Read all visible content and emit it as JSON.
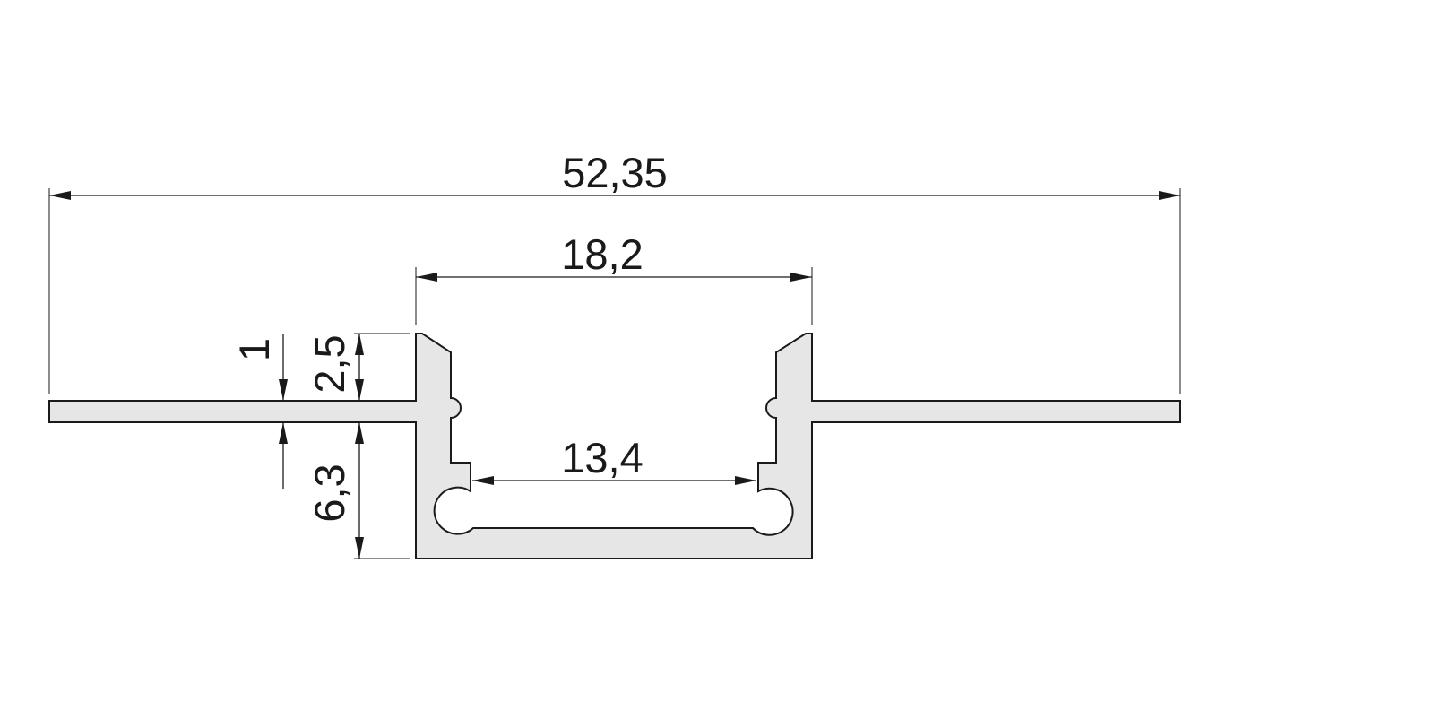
{
  "drawing": {
    "colors": {
      "profile_fill": "#e6e6e6",
      "line": "#1a1a1a",
      "background": "#ffffff"
    },
    "dimensions": {
      "overall_width": "52,35",
      "channel_outer_width": "18,2",
      "channel_inner_width": "13,4",
      "flange_thickness": "1",
      "wall_height_above_flange": "2,5",
      "channel_depth": "6,3"
    }
  }
}
